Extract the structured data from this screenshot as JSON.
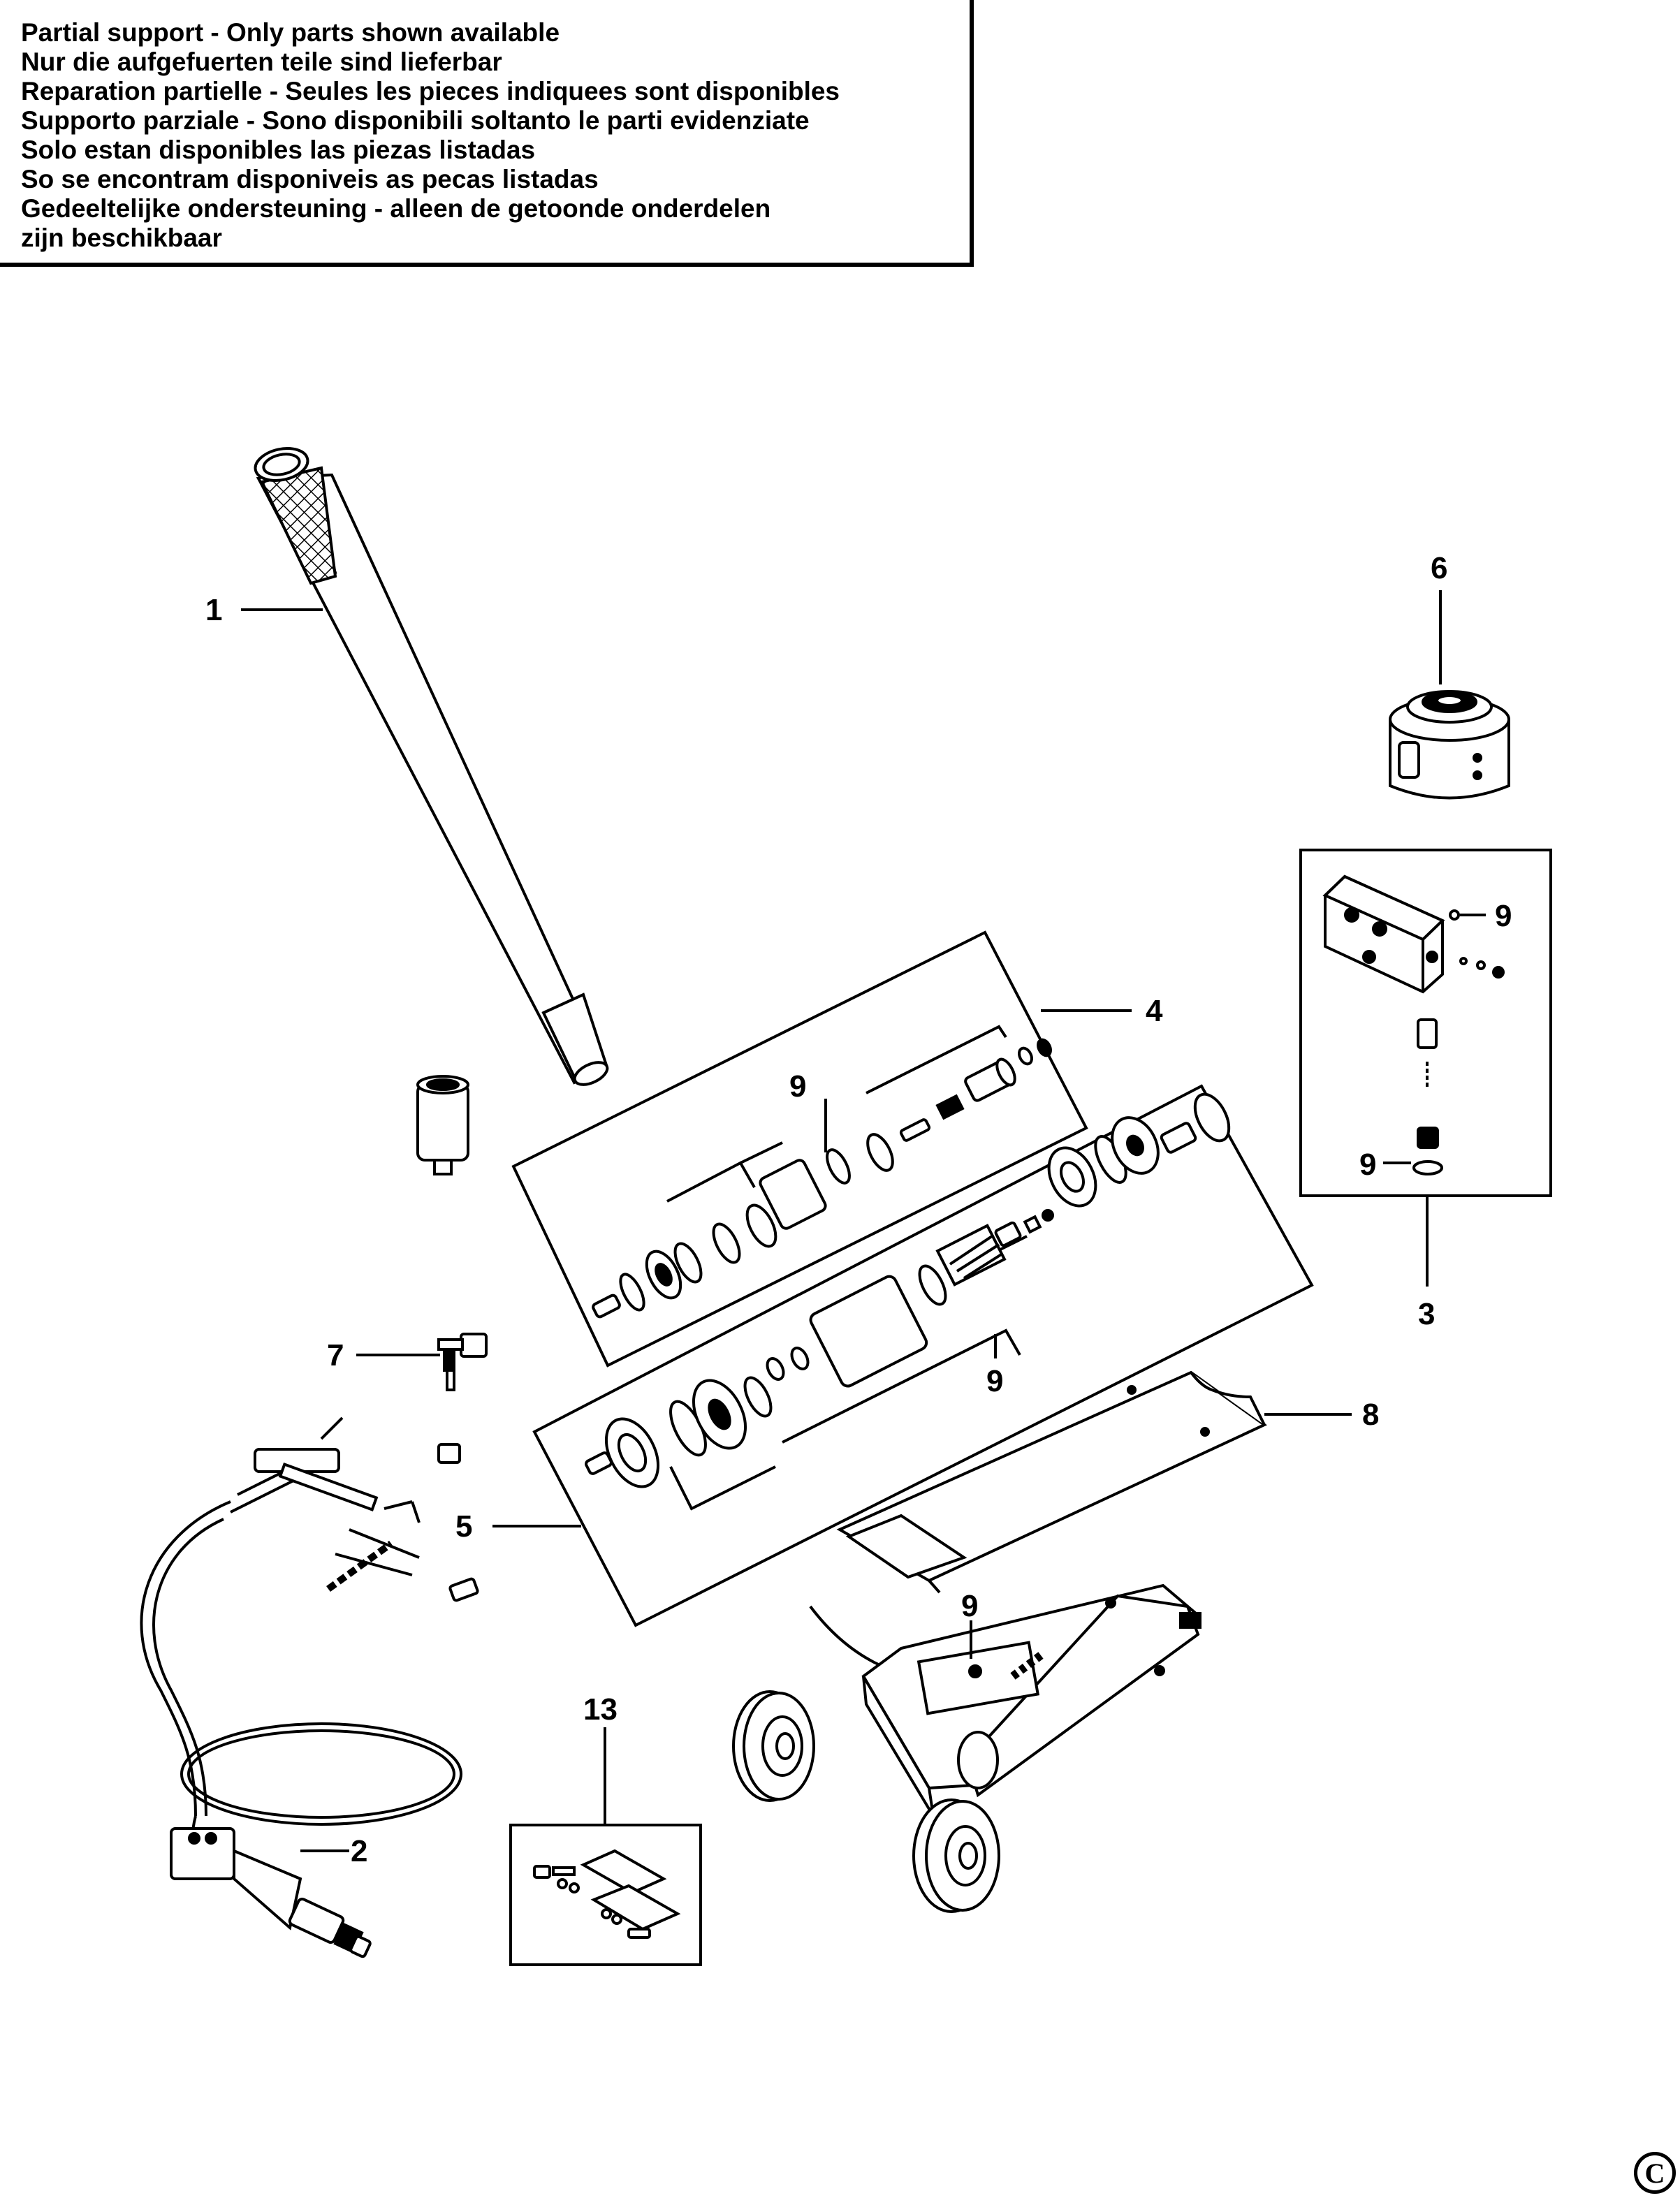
{
  "notice": {
    "lines": [
      "Partial support - Only parts shown available",
      "Nur die aufgefuerten teile sind lieferbar",
      "Reparation partielle - Seules les pieces indiquees sont disponibles",
      "Supporto parziale - Sono disponibili soltanto le parti evidenziate",
      "Solo estan disponibles las piezas listadas",
      "So se encontram disponiveis as pecas listadas",
      "Gedeeltelijke ondersteuning - alleen de getoonde onderdelen",
      "zijn beschikbaar"
    ]
  },
  "labels": {
    "handle": "1",
    "hose": "2",
    "valve_block": "3",
    "pump_kit": "4",
    "ram_kit": "5",
    "cylinder": "6",
    "fitting": "7",
    "plate": "8",
    "seal_pump": "9",
    "seal_ram": "9",
    "seal_block_top": "9",
    "seal_block_bottom": "9",
    "seal_chassis": "9",
    "pins": "13"
  },
  "copyright_symbol": "C"
}
